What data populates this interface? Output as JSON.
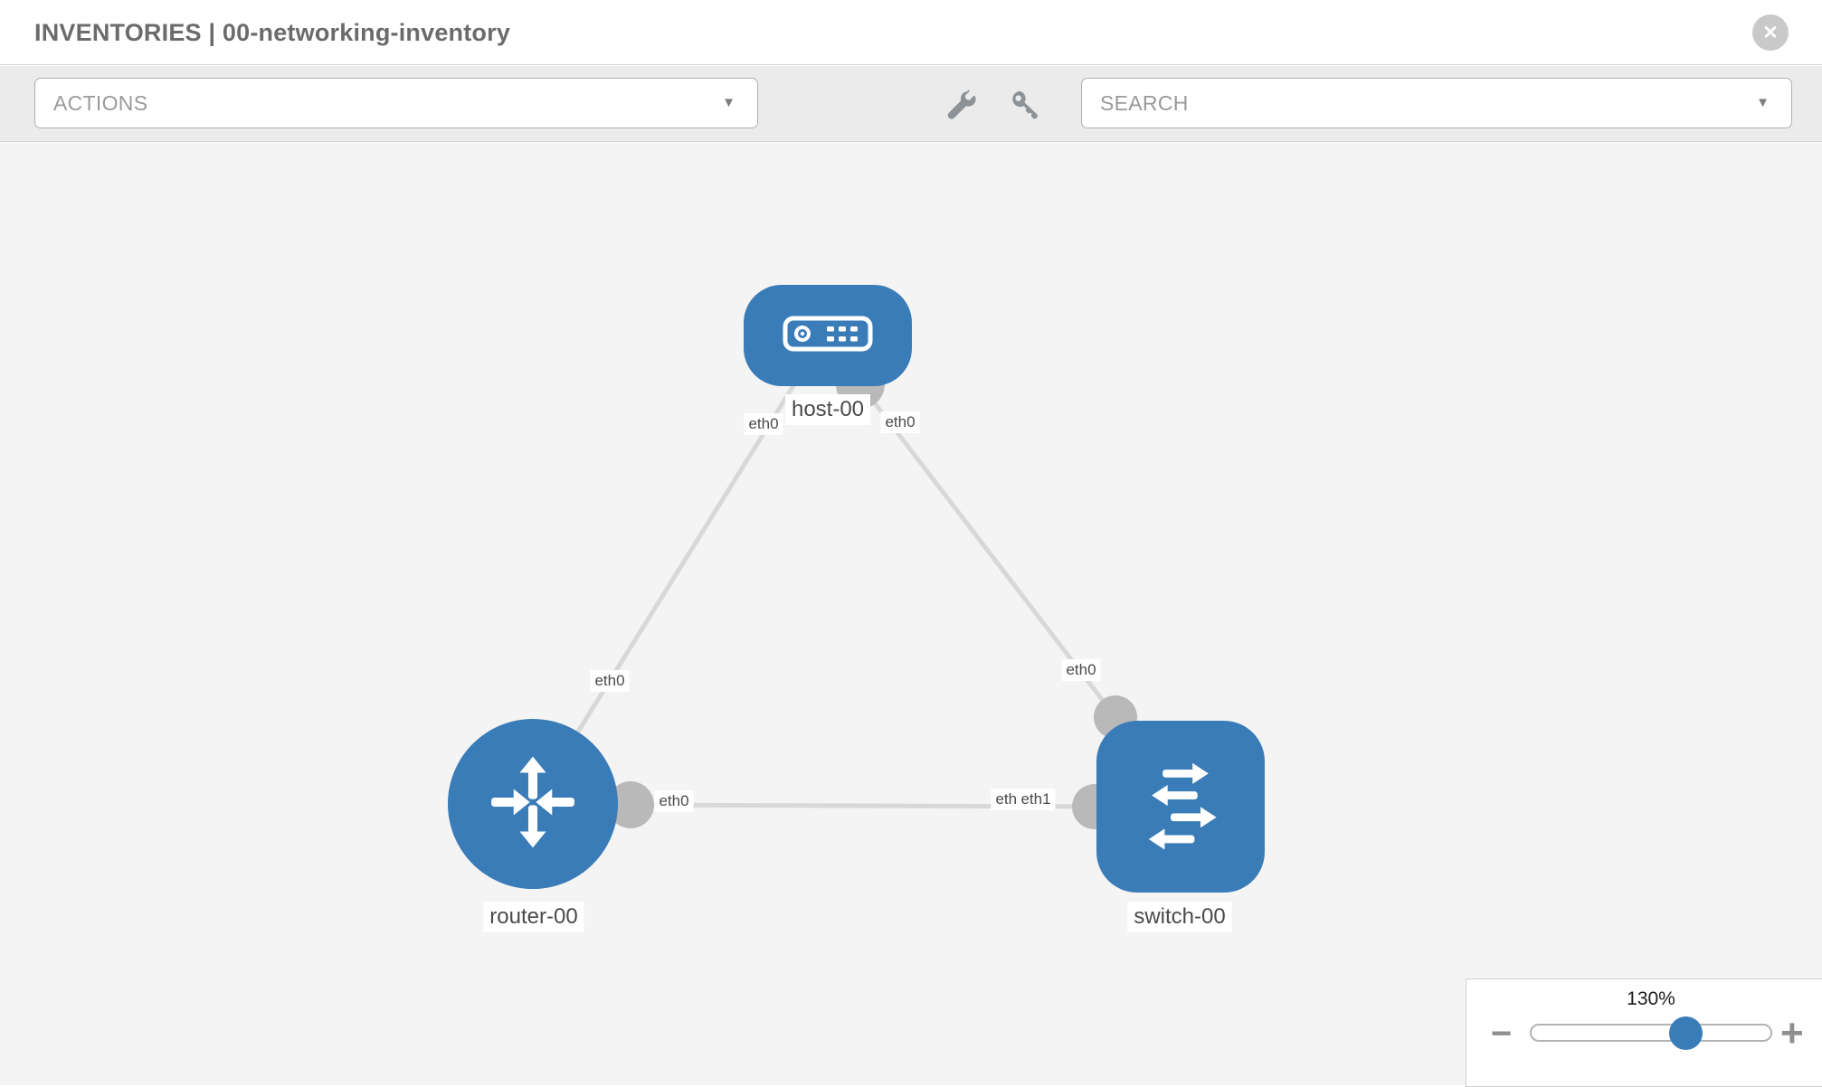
{
  "header": {
    "title": "INVENTORIES | 00-networking-inventory",
    "close_glyph": "✕"
  },
  "toolbar": {
    "actions_dropdown": {
      "label": "ACTIONS",
      "caret": "▼"
    },
    "search_dropdown": {
      "label": "SEARCH",
      "caret": "▼"
    },
    "wrench_icon": "wrench-icon",
    "key_icon": "key-icon"
  },
  "topology": {
    "nodes": [
      {
        "label": "host-00",
        "type": "host"
      },
      {
        "label": "router-00",
        "type": "router"
      },
      {
        "label": "switch-00",
        "type": "switch"
      }
    ],
    "links": [
      {
        "from": "host-00",
        "to": "router-00",
        "from_interface": "eth0",
        "to_interface": "eth0"
      },
      {
        "from": "host-00",
        "to": "switch-00",
        "from_interface": "eth0",
        "to_interface": "eth0"
      },
      {
        "from": "router-00",
        "to": "switch-00",
        "from_interface": "eth0",
        "to_interface": "eth1"
      }
    ],
    "interface_labels": [
      {
        "text": "eth0",
        "position": "host-left"
      },
      {
        "text": "eth0",
        "position": "host-right"
      },
      {
        "text": "eth0",
        "position": "router-diagonal"
      },
      {
        "text": "eth0",
        "position": "switch-diagonal"
      },
      {
        "text": "eth0",
        "position": "horizontal-left"
      },
      {
        "text": "eth0",
        "position": "horizontal-right-back"
      },
      {
        "text": "eth1",
        "position": "horizontal-right-front"
      }
    ]
  },
  "zoom_control": {
    "value": "130%",
    "minus_glyph": "−",
    "plus_glyph": "+"
  },
  "colors": {
    "node_blue": "#3a7cb8",
    "link_gray": "#d8d8d8",
    "dot_gray": "#b9b9b9",
    "canvas_bg": "#f4f4f4",
    "toolbar_bg": "#ebebeb"
  }
}
